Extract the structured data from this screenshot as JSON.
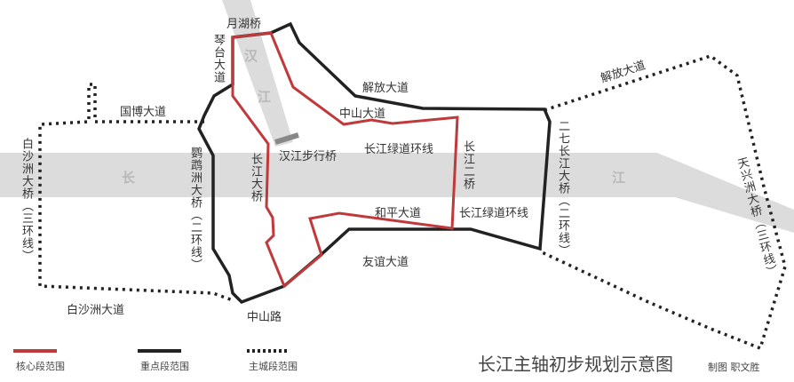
{
  "rivers": {
    "yangtze_left": "长",
    "yangtze_right": "江",
    "han_1": "汉",
    "han_2": "江"
  },
  "roads": {
    "yuehu_bridge": "月湖桥",
    "qintai": "琴台大道",
    "jiefang_left": "解放大道",
    "jiefang_right": "解放大道",
    "zhongshan_dadao": "中山大道",
    "guobo": "国博大道",
    "hanjiang_bridge": "汉江步行桥",
    "greenway_1": "长江绿道环线",
    "greenway_2": "长江绿道环线",
    "changjiang_er_qiao": "长江二桥",
    "changjiang_daqiao": "长江大桥",
    "yingwuzhou": "鹦鹉洲大桥（二环线）",
    "erqi": "二七长江大桥（二环线）",
    "tianxingzhou": "天兴洲大桥（三环线）",
    "baishazhou_bridge": "白沙洲大桥（三环线）",
    "heping": "和平大道",
    "youyi": "友谊大道",
    "baishazhou_dadao": "白沙洲大道",
    "zhongshan_lu": "中山路"
  },
  "legend": [
    {
      "label": "核心段范围",
      "color": "#c0393b",
      "style": "solid"
    },
    {
      "label": "重点段范围",
      "color": "#222222",
      "style": "solid"
    },
    {
      "label": "主城段范围",
      "color": "#222222",
      "style": "dotted"
    }
  ],
  "title": "长江主轴初步规划示意图",
  "credit": "制图 职文胜"
}
